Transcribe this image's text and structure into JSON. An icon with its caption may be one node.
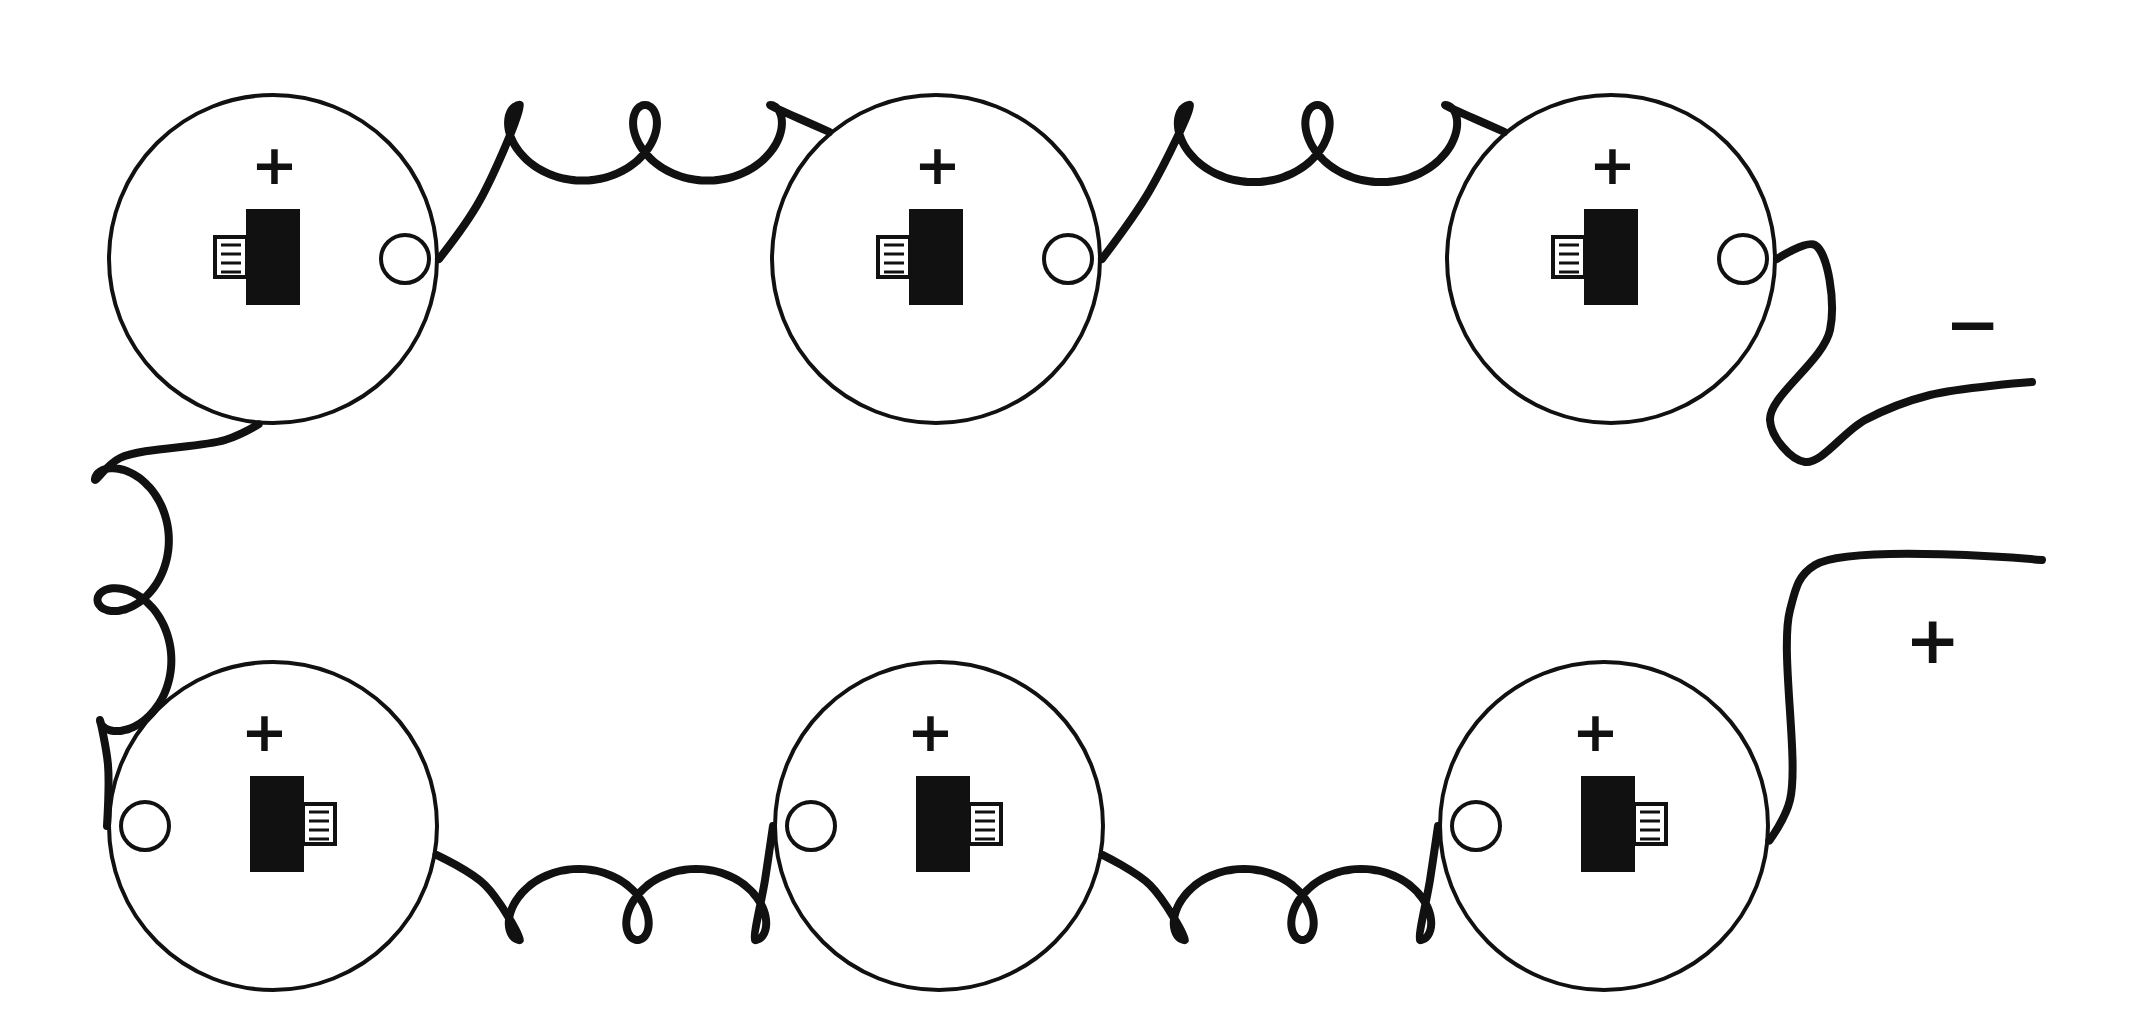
{
  "diagram": {
    "nodes": [
      {
        "text": [
          "+"
        ]
      },
      {
        "text": [
          "+"
        ]
      },
      {
        "text": [
          "+"
        ]
      },
      {
        "text": [
          "+"
        ]
      },
      {
        "text": [
          "+"
        ]
      },
      {
        "text": [
          "+"
        ]
      },
      {
        "text": [
          "−"
        ]
      },
      {
        "text": [
          "+"
        ]
      }
    ],
    "edges": [
      {
        "from": 0,
        "to": 1,
        "arrow": "none"
      },
      {
        "from": 1,
        "to": 2,
        "arrow": "none"
      },
      {
        "from": 2,
        "to": 6,
        "arrow": "none"
      },
      {
        "from": 0,
        "to": 3,
        "arrow": "none"
      },
      {
        "from": 3,
        "to": 4,
        "arrow": "none"
      },
      {
        "from": 4,
        "to": 5,
        "arrow": "none"
      },
      {
        "from": 5,
        "to": 7,
        "arrow": "none"
      }
    ]
  }
}
